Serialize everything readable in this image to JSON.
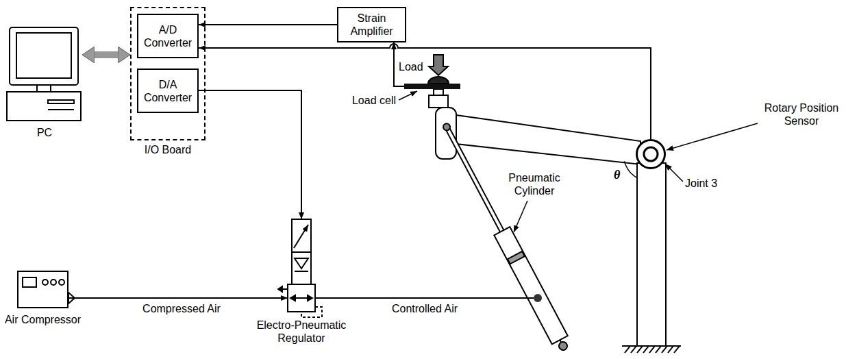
{
  "diagram": {
    "nodes": [
      {
        "text": [
          "PC"
        ]
      },
      {
        "text": [
          "I/O Board"
        ]
      },
      {
        "text": [
          "A/D Converter"
        ],
        "in": 1
      },
      {
        "text": [
          "D/A Converter"
        ],
        "in": 1
      },
      {
        "text": [
          "Strain Amplifier"
        ]
      },
      {
        "text": [
          "Load cell"
        ]
      },
      {
        "text": [
          "Rotary Position Sensor"
        ]
      },
      {
        "text": [
          "Pneumatic Cylinder"
        ]
      },
      {
        "text": [
          "Air Compressor"
        ]
      },
      {
        "text": [
          "Electro-Pneumatic Regulator"
        ]
      }
    ],
    "edges": [
      {
        "from": 0,
        "to": 1,
        "arrow": "both"
      },
      {
        "from": 4,
        "to": 2,
        "arrow": "to"
      },
      {
        "from": 5,
        "to": 4,
        "arrow": "to"
      },
      {
        "from": 6,
        "to": 2,
        "arrow": "to"
      },
      {
        "from": 3,
        "to": 9,
        "arrow": "to"
      },
      {
        "from": 8,
        "to": 9,
        "label": "Compressed Air",
        "arrow": "to"
      },
      {
        "from": 9,
        "to": 7,
        "label": "Controlled Air",
        "arrow": "none"
      }
    ],
    "labels": [
      "Load",
      "θ",
      "Joint 3"
    ]
  }
}
